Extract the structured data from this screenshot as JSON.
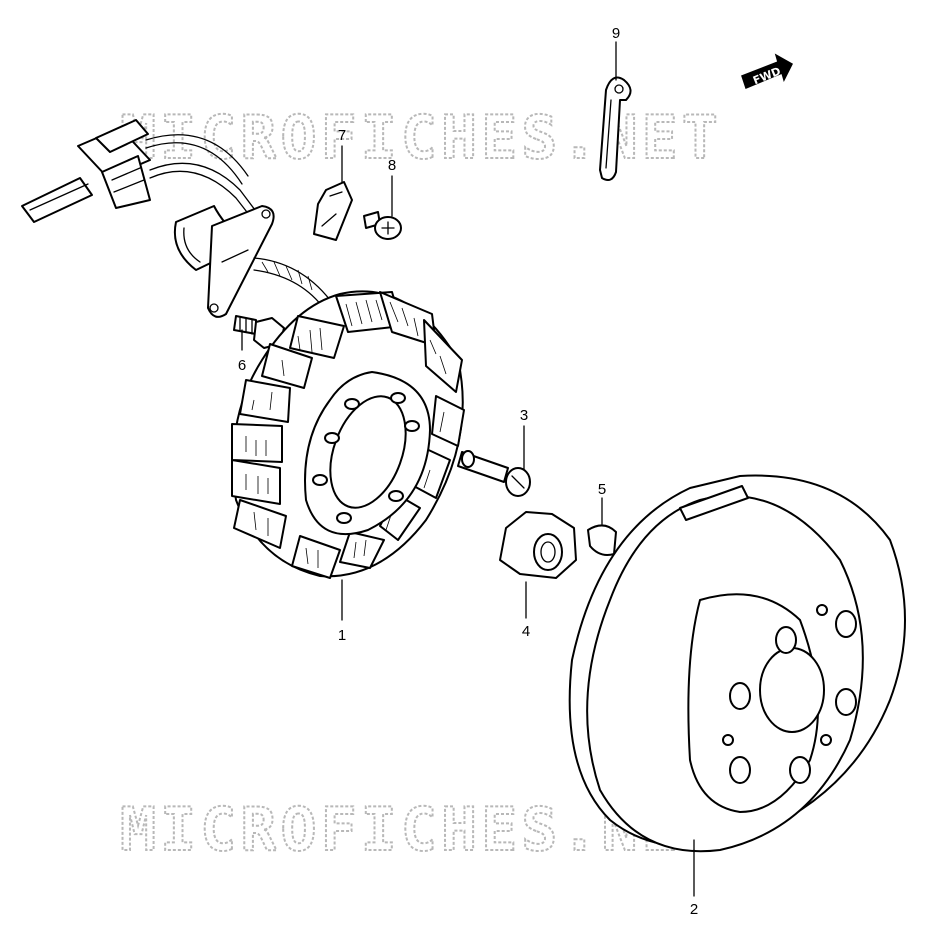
{
  "watermark": "MICROFICHES.NET",
  "direction_label": "FWD",
  "callouts": {
    "c1": "1",
    "c2": "2",
    "c3": "3",
    "c4": "4",
    "c5": "5",
    "c6": "6",
    "c7": "7",
    "c8": "8",
    "c9": "9"
  }
}
